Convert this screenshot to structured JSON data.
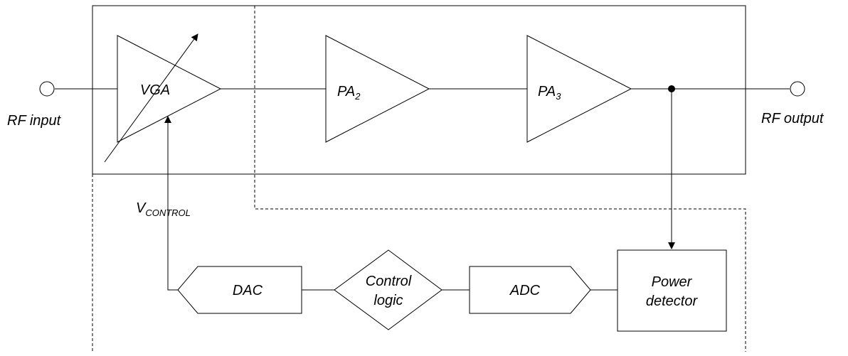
{
  "diagram": {
    "vga_label": "VGA",
    "pa2_label": "PA",
    "pa2_sub": "2",
    "pa3_label": "PA",
    "pa3_sub": "3",
    "rf_input_label": "RF input",
    "rf_output_label": "RF output",
    "vcontrol_label": "V",
    "vcontrol_sub": "CONTROL",
    "dac_label": "DAC",
    "control_logic_line1": "Control",
    "control_logic_line2": "logic",
    "adc_label": "ADC",
    "power_detector_line1": "Power",
    "power_detector_line2": "detector"
  }
}
